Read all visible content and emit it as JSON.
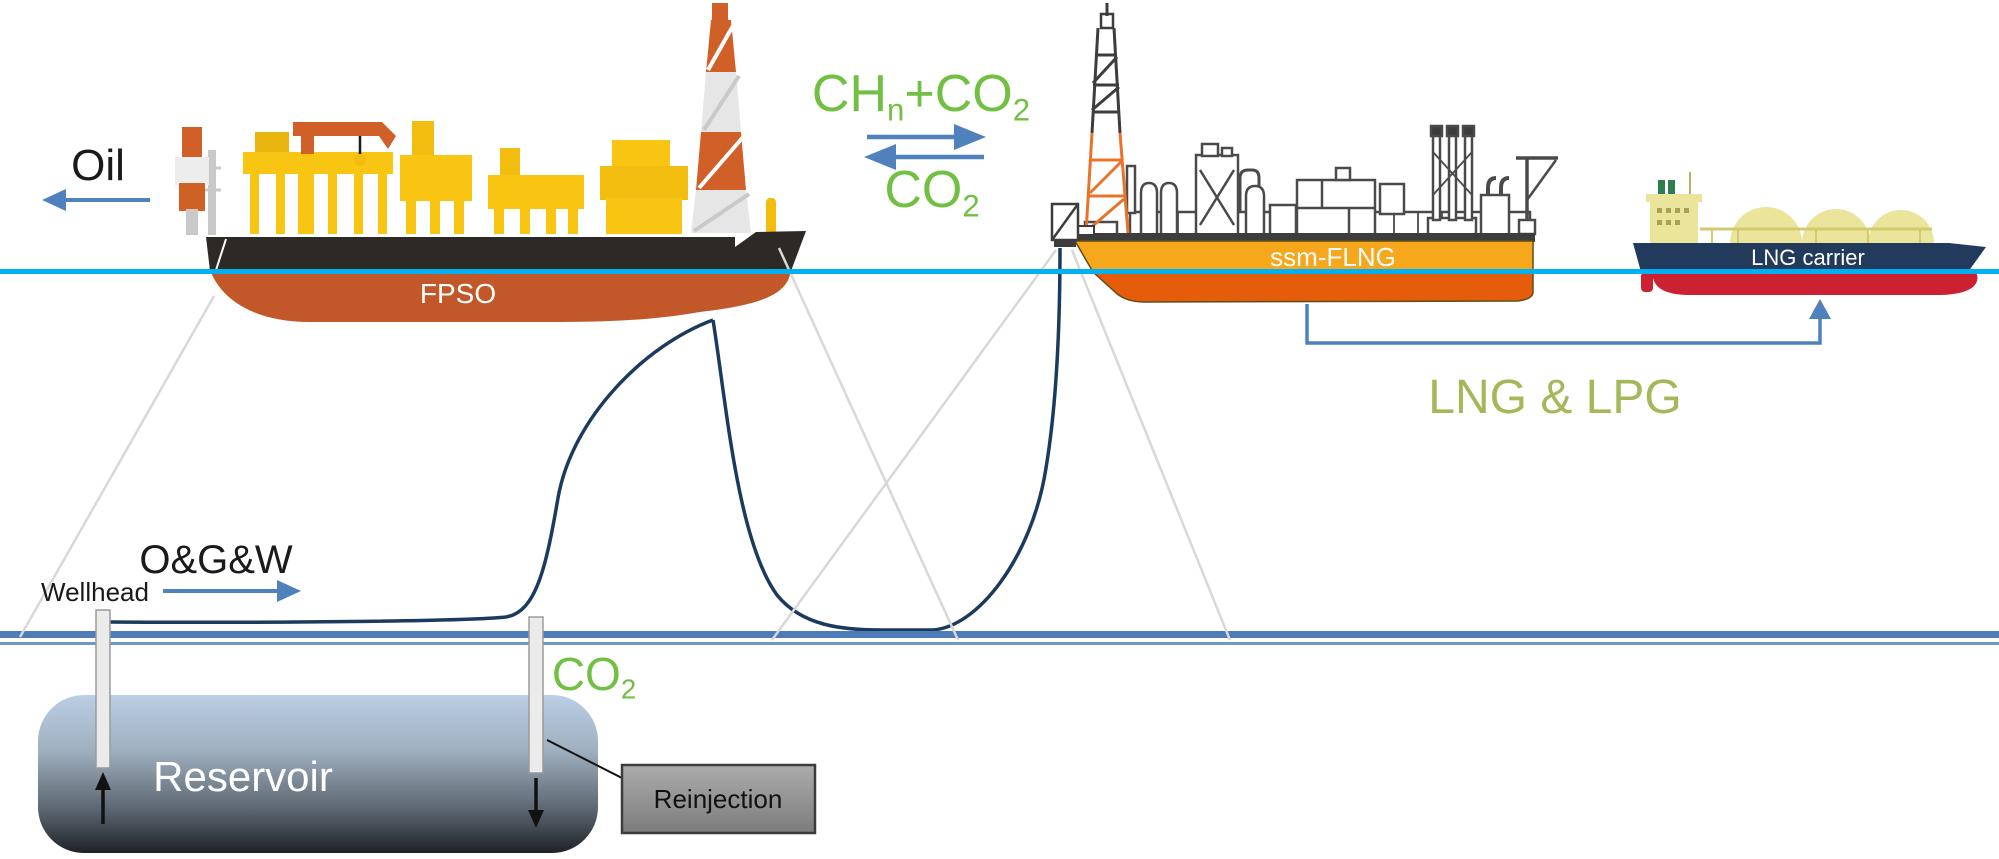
{
  "labels": {
    "oil": "Oil",
    "gas_export": {
      "main": "CH",
      "sub": "n",
      "main2": "+CO",
      "sub2": "2"
    },
    "co2_return": {
      "main": "CO",
      "sub": "2"
    },
    "fpso": "FPSO",
    "ssm_flng": "ssm-FLNG",
    "lng_carrier": "LNG carrier",
    "lng_lpg": "LNG & LPG",
    "ogw": "O&G&W",
    "wellhead": "Wellhead",
    "co2_injection": {
      "main": "CO",
      "sub": "2"
    },
    "reservoir": "Reservoir",
    "reinjection": "Reinjection"
  },
  "colors": {
    "label_green": "#71c044",
    "label_olive_green": "#a4b85a",
    "arrow_blue": "#4f81bd",
    "waterline_cyan": "#00b0f0",
    "seabed_blue": "#4d7cb8",
    "riser_navy": "#1c3a5e",
    "mooring_gray": "#d8d8d8",
    "fpso_hull_orange": "#c2582a",
    "fpso_deck_black": "#2d2a26",
    "fpso_topside_yellow": "#f9c513",
    "derrick_orange": "#d06027",
    "flng_hull_amber": "#f6a71b",
    "flng_hull_red": "#e55c0b",
    "flng_outline_gray": "#4a4a4a",
    "carrier_hull_navy": "#223a5c",
    "carrier_hull_red": "#cc2033",
    "carrier_tank_yellow": "#ebe49b",
    "reinjection_box_gray": "#979797"
  }
}
